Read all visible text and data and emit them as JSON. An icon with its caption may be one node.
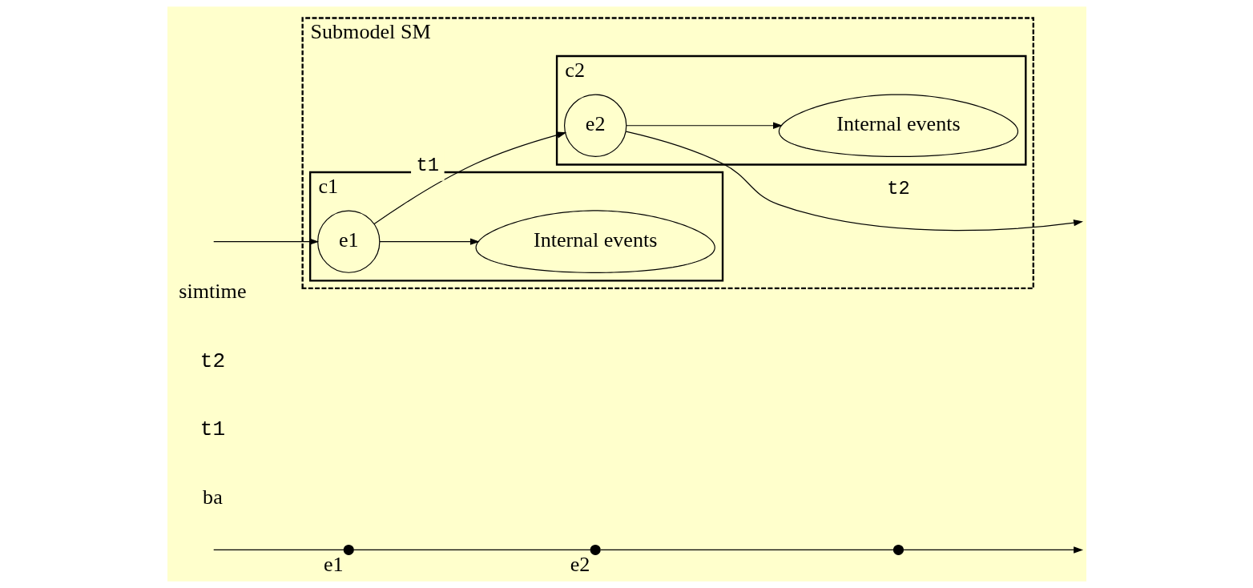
{
  "diagram": {
    "nodes": [
      {
        "text": [
          "Submodel SM"
        ]
      },
      {
        "text": [
          "c1"
        ],
        "in": 0
      },
      {
        "text": [
          "e1"
        ],
        "in": 1
      },
      {
        "text": [
          "Internal events"
        ],
        "in": 1
      },
      {
        "text": [
          "c2"
        ],
        "in": 0
      },
      {
        "text": [
          "e2"
        ],
        "in": 4
      },
      {
        "text": [
          "Internal events"
        ],
        "in": 4
      },
      {
        "text": [
          "e1"
        ]
      },
      {
        "text": [
          "e2"
        ]
      },
      {
        "text": [],
        "shape": "circle"
      }
    ],
    "edges": [
      {
        "from": null,
        "to": 2,
        "arrow": "to"
      },
      {
        "from": 2,
        "to": 5,
        "arrow": "to",
        "label": "t1"
      },
      {
        "from": 2,
        "to": 3,
        "arrow": "to"
      },
      {
        "from": 5,
        "to": null,
        "arrow": "to",
        "label": "t2"
      },
      {
        "from": 5,
        "to": 6,
        "arrow": "to"
      },
      {
        "from": null,
        "to": 7,
        "arrow": "none"
      },
      {
        "from": 7,
        "to": 8,
        "arrow": "none"
      },
      {
        "from": 8,
        "to": 9,
        "arrow": "none"
      },
      {
        "from": 9,
        "to": null,
        "arrow": "to"
      }
    ],
    "labels": [
      "ba",
      "t1",
      "t2",
      "simtime"
    ]
  }
}
